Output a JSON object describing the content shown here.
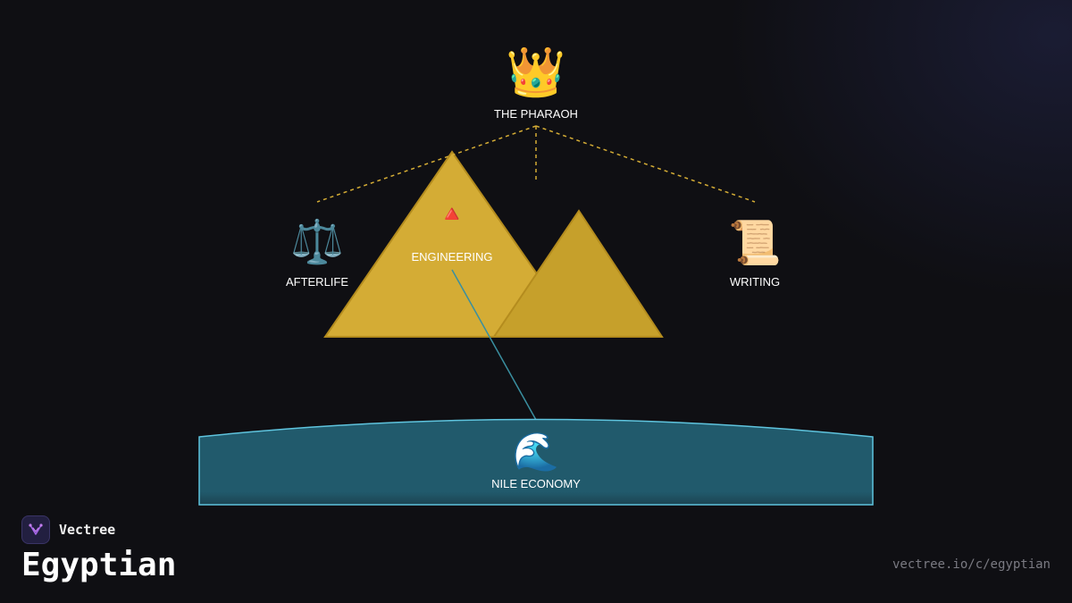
{
  "diagram": {
    "nodes": {
      "pharaoh": {
        "icon": "👑",
        "icon_name": "crown-icon",
        "label": "THE PHARAOH"
      },
      "afterlife": {
        "icon": "⚖️",
        "icon_name": "scales-icon",
        "label": "AFTERLIFE"
      },
      "engineering": {
        "icon": "🔺",
        "icon_name": "red-triangle-icon",
        "label": "ENGINEERING"
      },
      "writing": {
        "icon": "📜",
        "icon_name": "scroll-icon",
        "label": "WRITING"
      },
      "nile": {
        "icon": "🌊",
        "icon_name": "wave-icon",
        "label": "NILE ECONOMY"
      }
    },
    "colors": {
      "pyramid_fill": "#d4ac35",
      "pyramid_fill_dark": "#c6a02b",
      "pyramid_stroke": "#b48c1e",
      "connector_gold": "#d4ac35",
      "connector_teal": "#3a8fa0",
      "nile_fill": "#215a6c",
      "nile_stroke": "#5fc4de"
    }
  },
  "footer": {
    "brand_name": "Vectree",
    "title": "Egyptian",
    "url": "vectree.io/c/egyptian"
  }
}
